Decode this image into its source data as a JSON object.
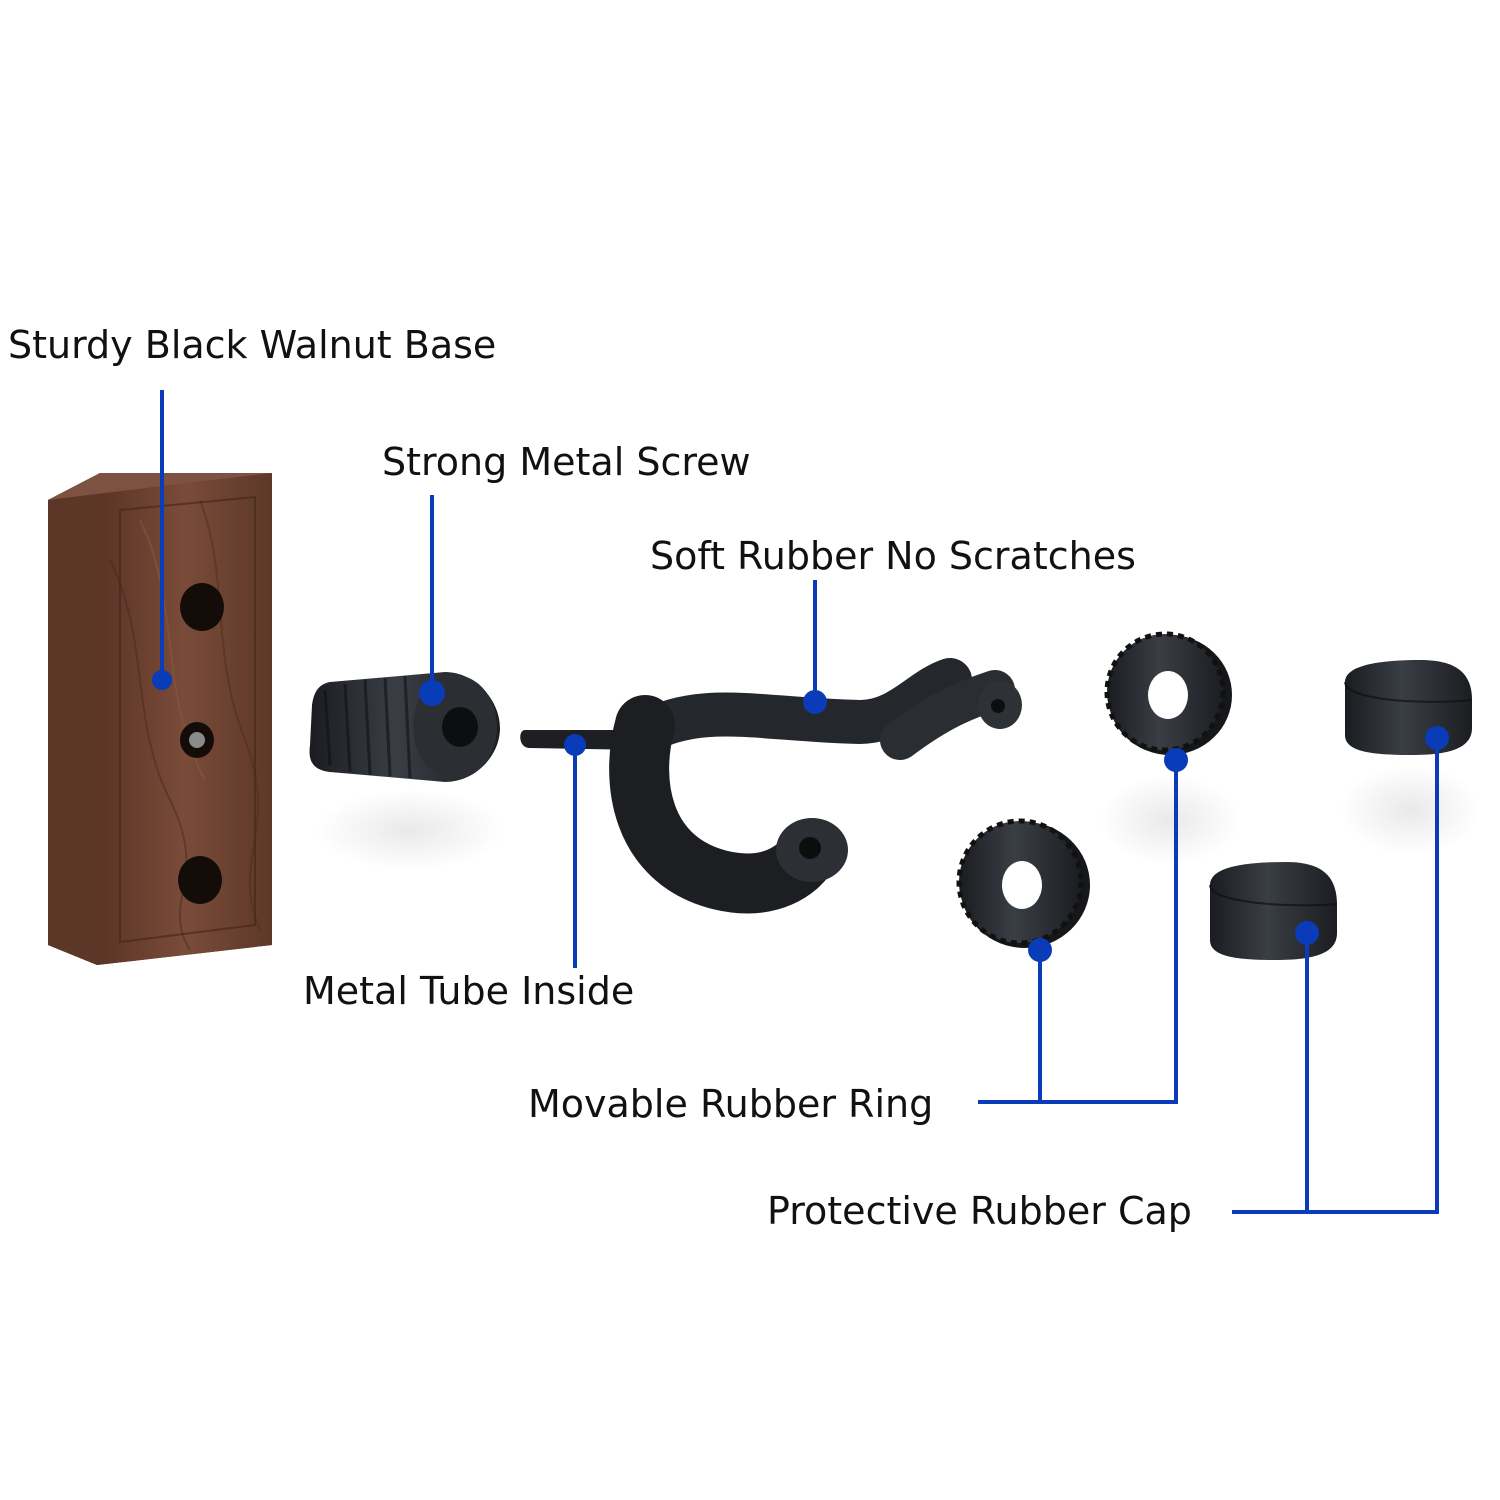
{
  "colors": {
    "background": "#ffffff",
    "callout": "#0a3bb8",
    "wood": "#6b4232",
    "rubber": "#1e2125",
    "text": "#111111"
  },
  "labels": {
    "base": "Sturdy Black Walnut Base",
    "screw": "Strong Metal Screw",
    "hook_rubber": "Soft Rubber No Scratches",
    "tube": "Metal Tube Inside",
    "ring": "Movable Rubber Ring",
    "cap": "Protective Rubber Cap"
  },
  "parts": [
    {
      "name": "walnut-base",
      "color_key": "wood"
    },
    {
      "name": "metal-screw",
      "color_key": "rubber"
    },
    {
      "name": "metal-tube",
      "color_key": "rubber"
    },
    {
      "name": "rubber-hook",
      "color_key": "rubber"
    },
    {
      "name": "rubber-ring",
      "count": 2,
      "color_key": "rubber"
    },
    {
      "name": "rubber-cap",
      "count": 2,
      "color_key": "rubber"
    }
  ]
}
